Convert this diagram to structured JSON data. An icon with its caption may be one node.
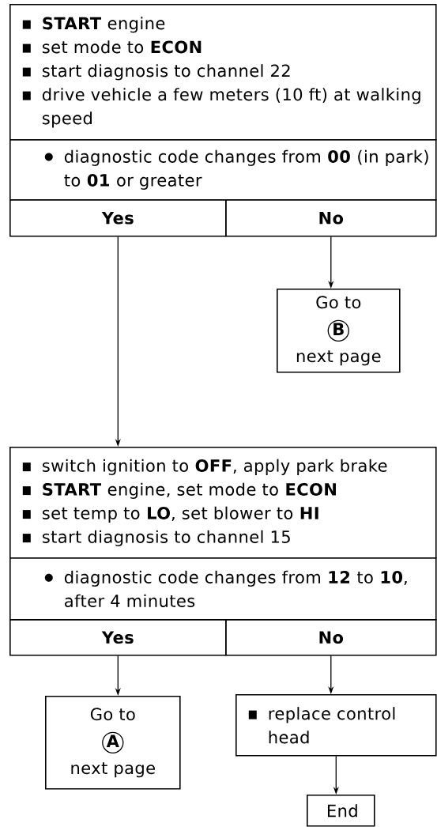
{
  "diagram": {
    "nodes": [
      {
        "text": [
          "**START** engine",
          "set mode to **ECON**",
          "start diagnosis to channel 22",
          "drive vehicle a few meters (10 ft) at walking speed"
        ]
      },
      {
        "text": [
          "diagnostic code changes from **00** (in park) to **01** or greater"
        ]
      },
      {
        "text": [
          "Yes"
        ]
      },
      {
        "text": [
          "No"
        ]
      },
      {
        "text": [
          "Go to",
          "B",
          "next page"
        ]
      },
      {
        "text": [
          "switch ignition to **OFF**, apply park brake",
          "**START** engine, set mode to **ECON**",
          "set temp to **LO**, set blower to **HI**",
          "start diagnosis to channel 15"
        ]
      },
      {
        "text": [
          "diagnostic code changes from **12** to **10**, after 4 minutes"
        ]
      },
      {
        "text": [
          "Yes"
        ]
      },
      {
        "text": [
          "No"
        ]
      },
      {
        "text": [
          "Go to",
          "A",
          "next page"
        ]
      },
      {
        "text": [
          "replace control head"
        ]
      },
      {
        "text": [
          "End"
        ]
      }
    ],
    "edges": [
      {
        "from": 2,
        "to": 5,
        "arrow": "to"
      },
      {
        "from": 3,
        "to": 4,
        "arrow": "to"
      },
      {
        "from": 7,
        "to": 9,
        "arrow": "to"
      },
      {
        "from": 8,
        "to": 10,
        "arrow": "to"
      },
      {
        "from": 10,
        "to": 11,
        "arrow": "to"
      }
    ]
  }
}
